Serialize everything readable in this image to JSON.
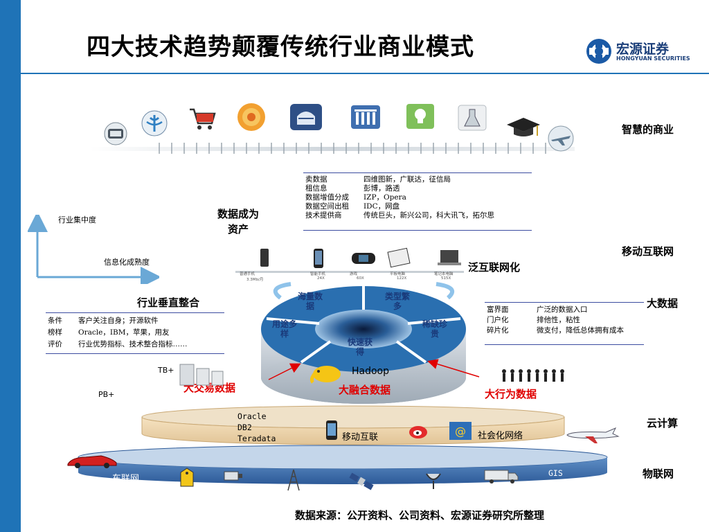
{
  "title": "四大技术趋势颠覆传统行业商业模式",
  "logo": {
    "name": "宏源证券",
    "name_en": "HONGYUAN SECURITIES"
  },
  "trend_labels": {
    "smart_business": "智慧的商业",
    "mobile_internet": "移动互联网",
    "big_data": "大数据",
    "cloud": "云计算",
    "iot": "物联网"
  },
  "data_asset": "数据成为\n资产",
  "pan_internet": "泛互联网化",
  "vertical_integration": "行业垂直整合",
  "axis": {
    "y_label": "行业集中度",
    "x_label": "信息化成熟度"
  },
  "top_table": [
    {
      "k": "卖数据",
      "v": "四维图新，广联达，征信局"
    },
    {
      "k": "租信息",
      "v": "彭博，路透"
    },
    {
      "k": "数据增值分成",
      "v": "IZP，Opera"
    },
    {
      "k": "数据空间出租",
      "v": "IDC，网盘"
    },
    {
      "k": "技术提供商",
      "v": "传统巨头，新兴公司，科大讯飞，拓尔思"
    }
  ],
  "left_table": [
    {
      "k": "条件",
      "v": "客户关注自身；开源软件"
    },
    {
      "k": "榜样",
      "v": "Oracle，IBM，苹果，用友"
    },
    {
      "k": "评价",
      "v": "行业优势指标、技术整合指标……"
    }
  ],
  "right_table": [
    {
      "k": "富界面",
      "v": "广泛的数据入口"
    },
    {
      "k": "门户化",
      "v": "排他性，粘性"
    },
    {
      "k": "碎片化",
      "v": "微支付，降低总体拥有成本"
    }
  ],
  "devices": [
    {
      "name": "普通手机",
      "sub": "3.3Mb/月"
    },
    {
      "name": "智能手机",
      "sub": "24X"
    },
    {
      "name": "游戏",
      "sub": "60X"
    },
    {
      "name": "平板电脑",
      "sub": "122X"
    },
    {
      "name": "笔记本电脑",
      "sub": "515X"
    }
  ],
  "wheel": {
    "top_left": "海量数\n据",
    "top_right": "类型繁\n多",
    "left": "用途多\n样",
    "right": "稀缺珍\n贵",
    "bottom": "快速获\n得"
  },
  "hadoop": "Hadoop",
  "red_labels": {
    "transaction": "大交易数据",
    "fusion": "大融合数据",
    "behavior": "大行为数据"
  },
  "scale": {
    "tb": "TB+",
    "pb": "PB+"
  },
  "databases": "Oracle\nDB2\nTeradata",
  "cloud_items": {
    "mobile": "移动互联",
    "social": "社会化网络"
  },
  "iot_items": {
    "car_net": "车联网",
    "gis": "GIS"
  },
  "source": "数据来源：公开资料、公司资料、宏源证券研究所整理",
  "colors": {
    "accent": "#1f73b7",
    "red": "#e00000",
    "wheel": "#2a6fb0"
  },
  "icons": [
    "tv-icon",
    "medical-icon",
    "cart-icon",
    "energy-icon",
    "capitol-icon",
    "bank-icon",
    "bulb-icon",
    "lab-icon",
    "graduation-icon",
    "plane-icon"
  ]
}
